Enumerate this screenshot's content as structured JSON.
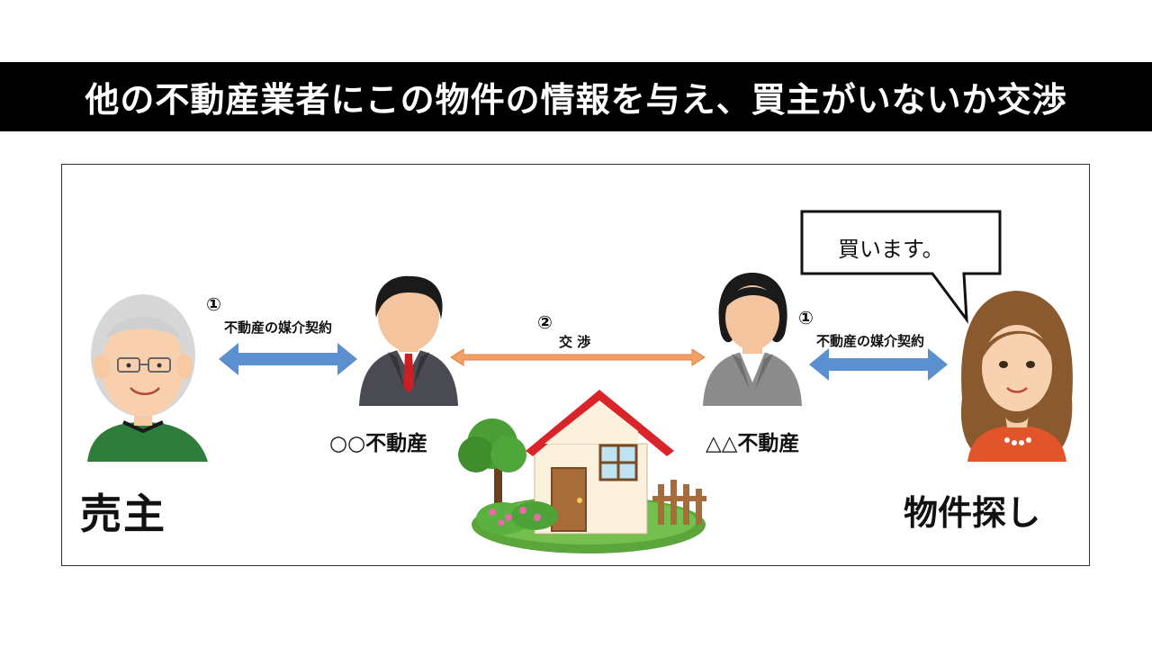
{
  "title": "他の不動産業者にこの物件の情報を与え、買主がいないか交渉",
  "diagram": {
    "left_contract": {
      "number": "①",
      "label": "不動産の媒介契約"
    },
    "right_contract": {
      "number": "①",
      "label": "不動産の媒介契約"
    },
    "negotiation": {
      "number": "②",
      "label": "交 渉"
    },
    "agent_left": "○○不動産",
    "agent_right": "△△不動産",
    "seller": "売主",
    "buyer": "物件探し",
    "speech_bubble": "買います。",
    "colors": {
      "contract_arrow": "#5b8fd0",
      "negotiation_arrow": "#f2a066",
      "roof": "#d9252a",
      "house_wall": "#fbf1dc",
      "grass": "#5aa63a",
      "seller_shirt": "#2e7d3a",
      "buyer_shirt": "#e2552a"
    }
  }
}
